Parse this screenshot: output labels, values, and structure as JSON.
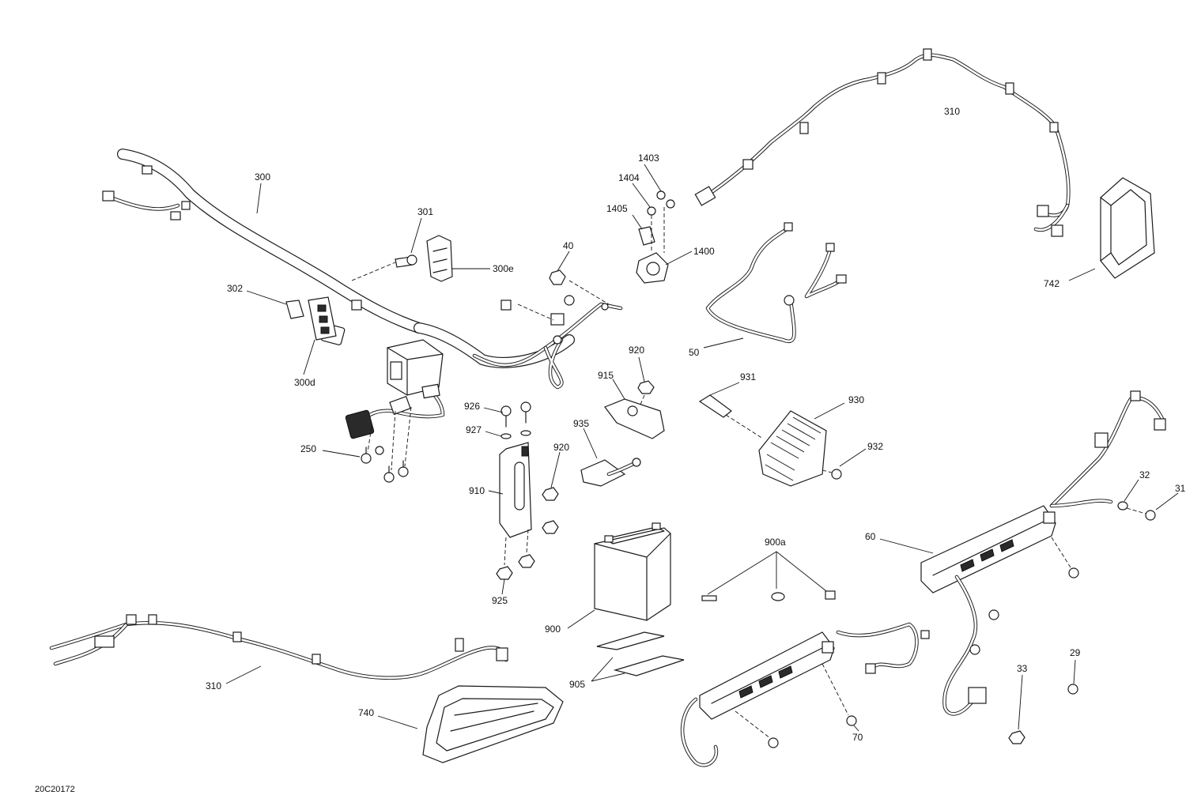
{
  "diagram_id": "20C20172",
  "callouts": [
    {
      "id": "300",
      "text": "300"
    },
    {
      "id": "301",
      "text": "301"
    },
    {
      "id": "300e",
      "text": "300e"
    },
    {
      "id": "302",
      "text": "302"
    },
    {
      "id": "300d",
      "text": "300d"
    },
    {
      "id": "250",
      "text": "250"
    },
    {
      "id": "40",
      "text": "40"
    },
    {
      "id": "1403",
      "text": "1403"
    },
    {
      "id": "1404",
      "text": "1404"
    },
    {
      "id": "1405",
      "text": "1405"
    },
    {
      "id": "1400",
      "text": "1400"
    },
    {
      "id": "310a",
      "text": "310"
    },
    {
      "id": "742",
      "text": "742"
    },
    {
      "id": "50",
      "text": "50"
    },
    {
      "id": "920a",
      "text": "920"
    },
    {
      "id": "915",
      "text": "915"
    },
    {
      "id": "926",
      "text": "926"
    },
    {
      "id": "927",
      "text": "927"
    },
    {
      "id": "935",
      "text": "935"
    },
    {
      "id": "920b",
      "text": "920"
    },
    {
      "id": "910",
      "text": "910"
    },
    {
      "id": "925",
      "text": "925"
    },
    {
      "id": "931",
      "text": "931"
    },
    {
      "id": "930",
      "text": "930"
    },
    {
      "id": "932",
      "text": "932"
    },
    {
      "id": "32",
      "text": "32"
    },
    {
      "id": "31",
      "text": "31"
    },
    {
      "id": "60",
      "text": "60"
    },
    {
      "id": "900a",
      "text": "900a"
    },
    {
      "id": "900",
      "text": "900"
    },
    {
      "id": "905",
      "text": "905"
    },
    {
      "id": "310b",
      "text": "310"
    },
    {
      "id": "740",
      "text": "740"
    },
    {
      "id": "29",
      "text": "29"
    },
    {
      "id": "33",
      "text": "33"
    },
    {
      "id": "70",
      "text": "70"
    }
  ]
}
